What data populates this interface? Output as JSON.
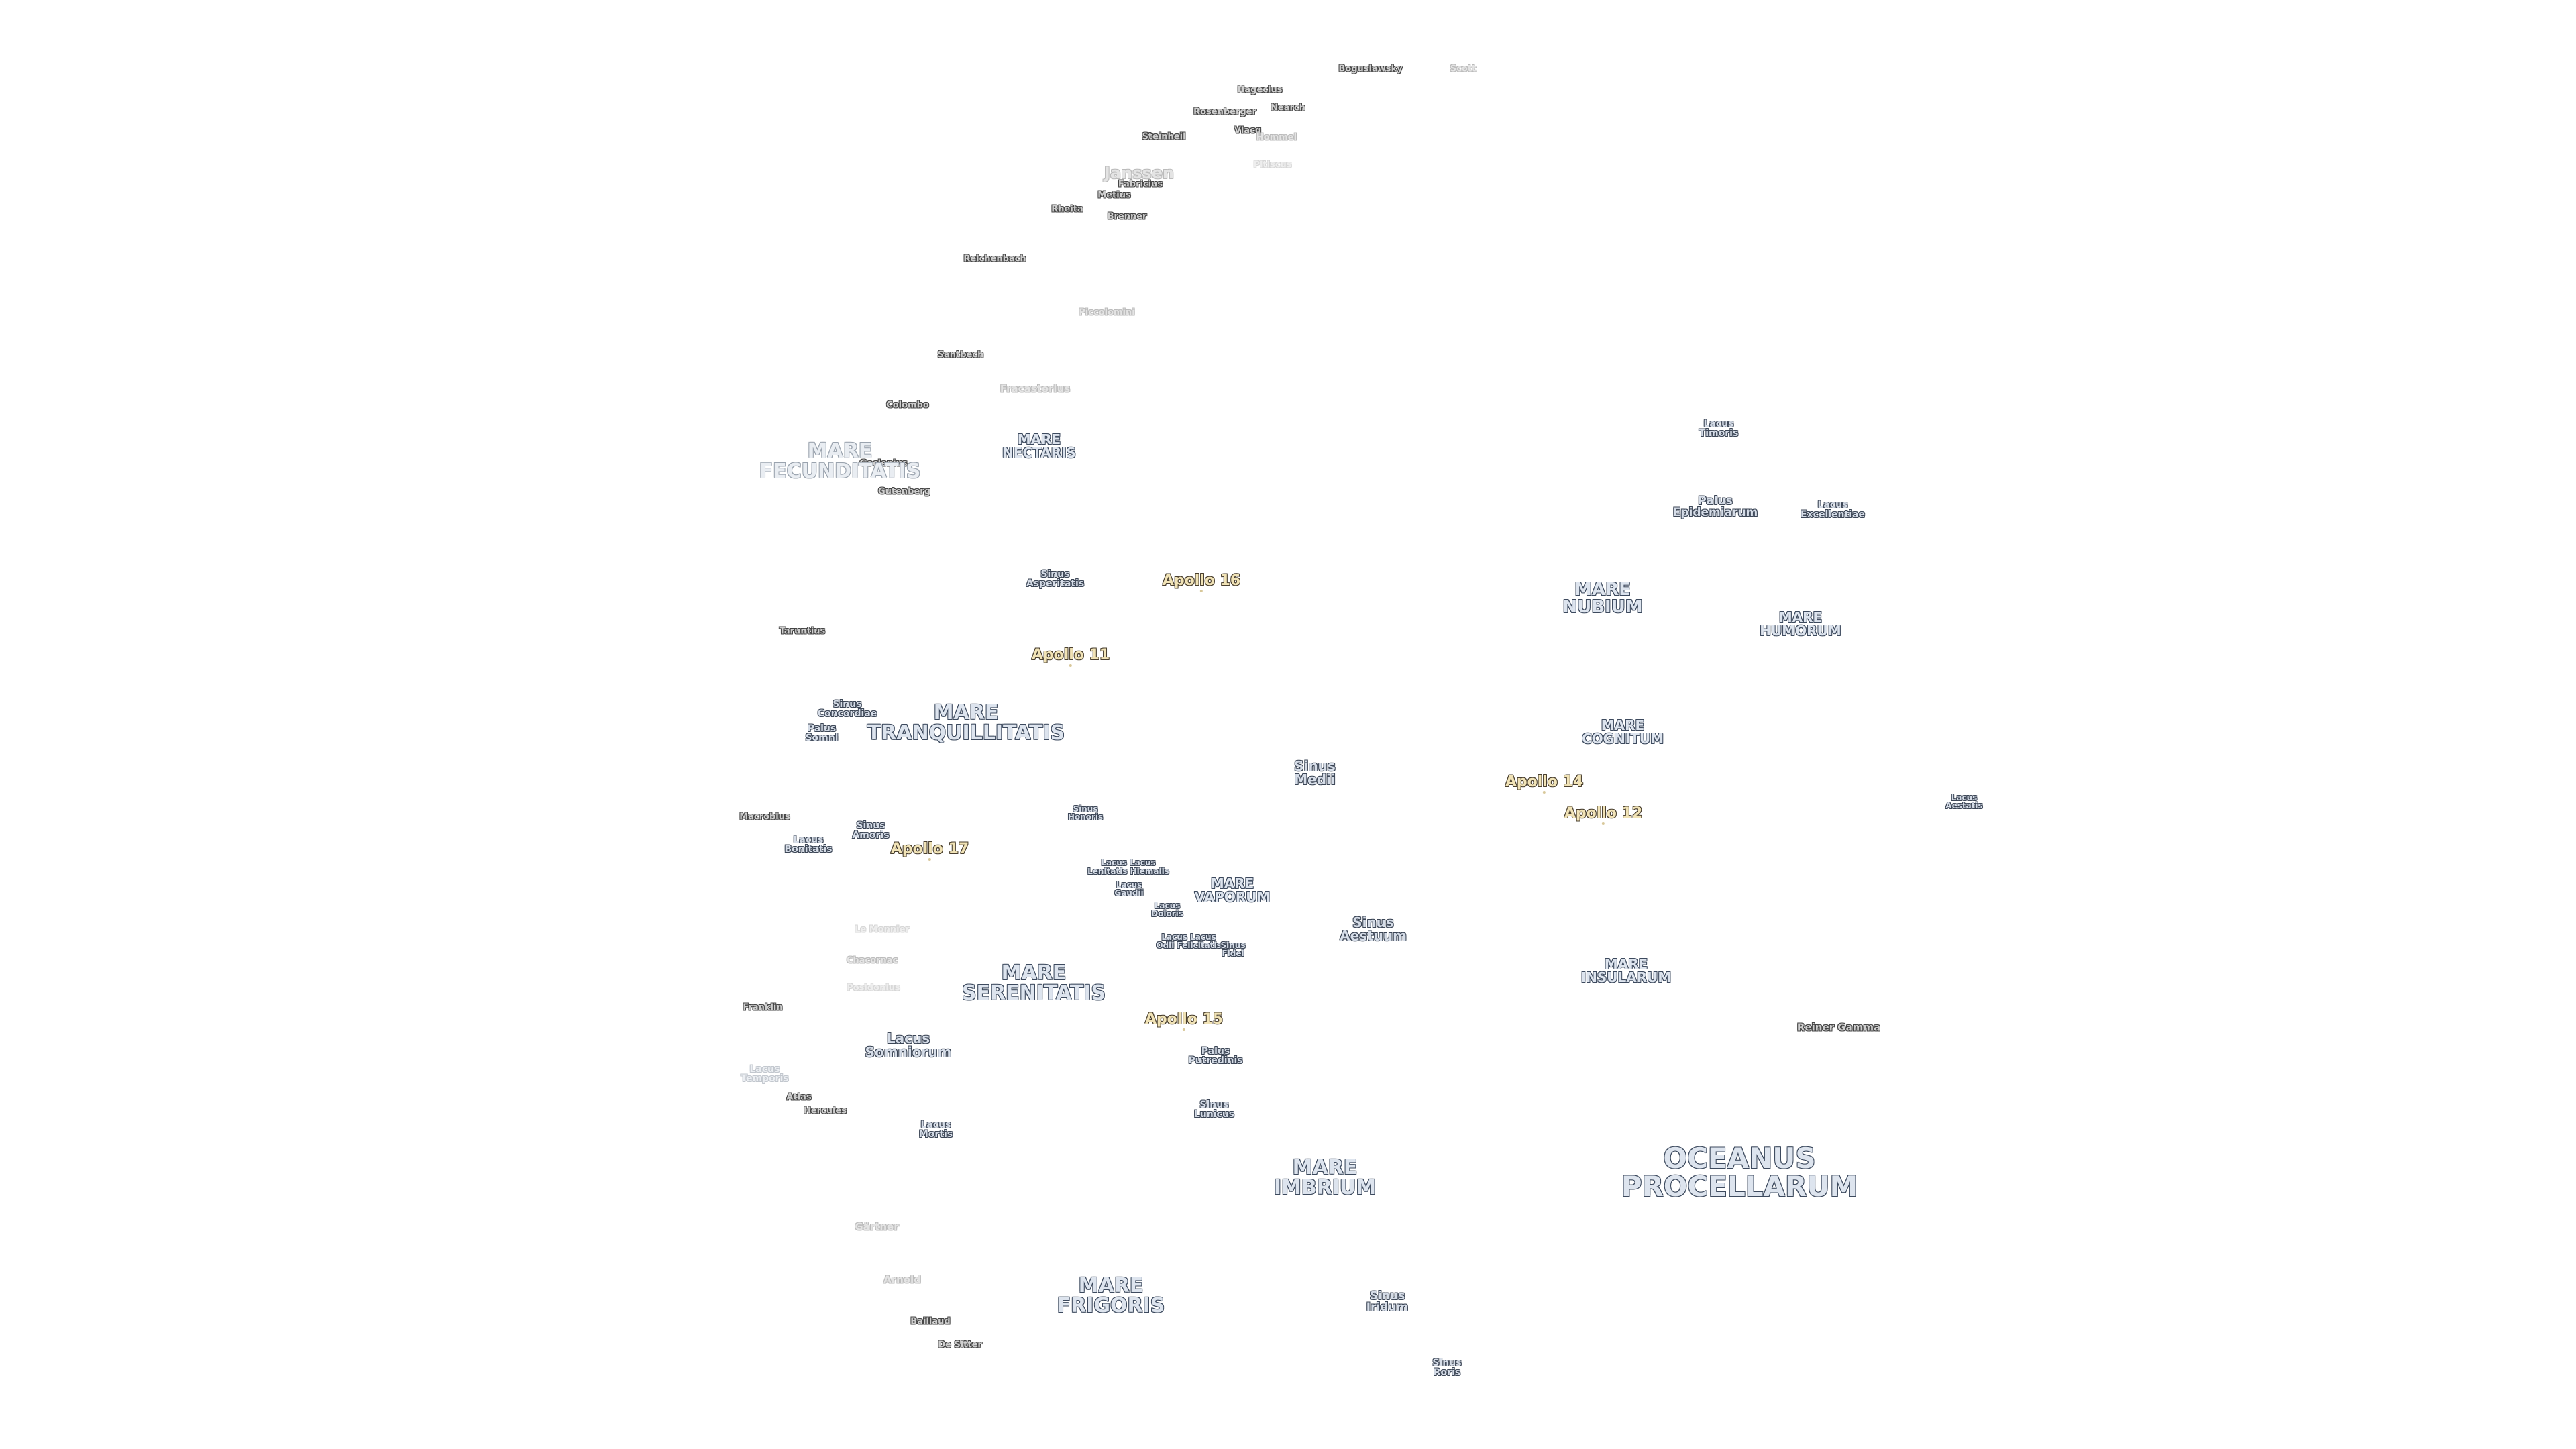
{
  "map": {
    "craters": [
      {
        "id": "boguslawsky",
        "name": "Boguslawsky"
      },
      {
        "id": "scott",
        "name": "Scott"
      },
      {
        "id": "hagecius",
        "name": "Hagecius"
      },
      {
        "id": "rosenberger",
        "name": "Rosenberger"
      },
      {
        "id": "nearch",
        "name": "Nearch"
      },
      {
        "id": "vlacq",
        "name": "Vlacq"
      },
      {
        "id": "hommel",
        "name": "Hommel"
      },
      {
        "id": "steinheil",
        "name": "Steinheil"
      },
      {
        "id": "janssen",
        "name": "Janssen"
      },
      {
        "id": "fabricius",
        "name": "Fabricius"
      },
      {
        "id": "metius",
        "name": "Metius"
      },
      {
        "id": "pitiscus",
        "name": "Pitiscus"
      },
      {
        "id": "rheita",
        "name": "Rheita"
      },
      {
        "id": "brenner",
        "name": "Brenner"
      },
      {
        "id": "reichenbach",
        "name": "Reichenbach"
      },
      {
        "id": "piccolomini",
        "name": "Piccolomini"
      },
      {
        "id": "santbech",
        "name": "Santbech"
      },
      {
        "id": "fracastorius",
        "name": "Fracastorius"
      },
      {
        "id": "colombo",
        "name": "Colombo"
      },
      {
        "id": "goclenius",
        "name": "Goclenius"
      },
      {
        "id": "gutenberg",
        "name": "Gutenberg"
      },
      {
        "id": "taruntius",
        "name": "Taruntius"
      },
      {
        "id": "macrobius",
        "name": "Macrobius"
      },
      {
        "id": "le-monnier",
        "name": "Le Monnier"
      },
      {
        "id": "chacornac",
        "name": "Chacornac"
      },
      {
        "id": "posidonius",
        "name": "Posidonius"
      },
      {
        "id": "franklin",
        "name": "Franklin"
      },
      {
        "id": "atlas",
        "name": "Atlas"
      },
      {
        "id": "hercules",
        "name": "Hercules"
      },
      {
        "id": "reiner-gamma",
        "name": "Reiner Gamma"
      },
      {
        "id": "gartner",
        "name": "Gärtner"
      },
      {
        "id": "arnold",
        "name": "Arnold"
      },
      {
        "id": "baillaud",
        "name": "Baillaud"
      },
      {
        "id": "de-sitter",
        "name": "De Sitter"
      }
    ],
    "features": [
      {
        "id": "sinus-asperitatis",
        "name": "Sinus\nAsperitatis"
      },
      {
        "id": "sinus-concordiae",
        "name": "Sinus\nConcordiae"
      },
      {
        "id": "palus-somni",
        "name": "Palus\nSomni"
      },
      {
        "id": "lacus-bonitatis",
        "name": "Lacus\nBonitatis"
      },
      {
        "id": "sinus-amoris",
        "name": "Sinus\nAmoris"
      },
      {
        "id": "sinus-honoris",
        "name": "Sinus\nHonoris"
      },
      {
        "id": "lacus-lenitatis",
        "name": "Lacus Lacus"
      },
      {
        "id": "lacus-lenitatis-2",
        "name": "Lenitatis Hiemalis"
      },
      {
        "id": "lacus-gaudii",
        "name": "Lacus\nGaudii"
      },
      {
        "id": "lacus-doloris",
        "name": "Lacus\nDoloris"
      },
      {
        "id": "lacus-odii",
        "name": "Lacus Lacus\nOdii Felicitatis"
      },
      {
        "id": "sinus-fidei",
        "name": "Sinus\nFidei"
      },
      {
        "id": "sinus-medii",
        "name": "Sinus\nMedii"
      },
      {
        "id": "sinus-aestuum",
        "name": "Sinus\nAestuum"
      },
      {
        "id": "lacus-somniorum",
        "name": "Lacus\nSomniorum"
      },
      {
        "id": "lacus-temporis",
        "name": "Lacus\nTemporis"
      },
      {
        "id": "lacus-mortis",
        "name": "Lacus\nMortis"
      },
      {
        "id": "palus-putredinis",
        "name": "Palus\nPutredinis"
      },
      {
        "id": "sinus-lunicus",
        "name": "Sinus\nLunicus"
      },
      {
        "id": "lacus-timoris",
        "name": "Lacus\nTimoris"
      },
      {
        "id": "palus-epidemiarum",
        "name": "Palus\nEpidemiarum"
      },
      {
        "id": "lacus-excellentiae",
        "name": "Lacus\nExcellentiae"
      },
      {
        "id": "lacus-aestatis",
        "name": "Lacus\nAestatis"
      },
      {
        "id": "sinus-iridum",
        "name": "Sinus\nIridum"
      },
      {
        "id": "sinus-roris",
        "name": "Sinus\nRoris"
      }
    ],
    "maria": [
      {
        "id": "mare-fecunditatis",
        "name": "MARE\nFECUNDITATIS"
      },
      {
        "id": "mare-nectaris",
        "name": "MARE\nNECTARIS"
      },
      {
        "id": "mare-tranquillitatis",
        "name": "MARE\nTRANQUILLITATIS"
      },
      {
        "id": "mare-vaporum",
        "name": "MARE\nVAPORUM"
      },
      {
        "id": "mare-serenitatis",
        "name": "MARE\nSERENITATIS"
      },
      {
        "id": "mare-imbrium",
        "name": "MARE\nIMBRIUM"
      },
      {
        "id": "mare-frigoris",
        "name": "MARE\nFRIGORIS"
      },
      {
        "id": "mare-nubium",
        "name": "MARE\nNUBIUM"
      },
      {
        "id": "mare-humorum",
        "name": "MARE\nHUMORUM"
      },
      {
        "id": "mare-cognitum",
        "name": "MARE\nCOGNITUM"
      },
      {
        "id": "mare-insularum",
        "name": "MARE\nINSULARUM"
      },
      {
        "id": "oceanus-procellarum",
        "name": "OCEANUS\nPROCELLARUM"
      }
    ],
    "apollo": [
      {
        "id": "apollo-16",
        "name": "Apollo 16"
      },
      {
        "id": "apollo-11",
        "name": "Apollo 11"
      },
      {
        "id": "apollo-17",
        "name": "Apollo 17"
      },
      {
        "id": "apollo-15",
        "name": "Apollo 15"
      },
      {
        "id": "apollo-14",
        "name": "Apollo 14"
      },
      {
        "id": "apollo-12",
        "name": "Apollo 12"
      }
    ]
  }
}
